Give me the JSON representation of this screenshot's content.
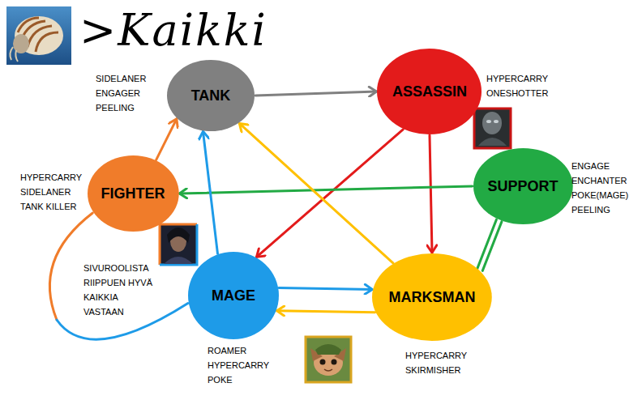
{
  "diagram": {
    "title": ">Kaikki",
    "nodes": [
      {
        "text": [
          "TANK"
        ]
      },
      {
        "text": [
          "ASSASSIN"
        ]
      },
      {
        "text": [
          "FIGHTER"
        ]
      },
      {
        "text": [
          "SUPPORT"
        ]
      },
      {
        "text": [
          "MAGE"
        ]
      },
      {
        "text": [
          "MARKSMAN"
        ]
      }
    ],
    "edges": [
      {
        "from": 0,
        "to": 1,
        "arrow": "to"
      },
      {
        "from": 1,
        "to": 4,
        "arrow": "to"
      },
      {
        "from": 1,
        "to": 5,
        "arrow": "to"
      },
      {
        "from": 3,
        "to": 2,
        "arrow": "to"
      },
      {
        "from": 3,
        "to": 5,
        "arrow": "none"
      },
      {
        "from": 5,
        "to": 0,
        "arrow": "to"
      },
      {
        "from": 5,
        "to": 4,
        "arrow": "to"
      },
      {
        "from": 4,
        "to": 5,
        "arrow": "to"
      },
      {
        "from": 4,
        "to": 0,
        "arrow": "to"
      },
      {
        "from": 2,
        "to": 4,
        "arrow": "none"
      },
      {
        "from": 2,
        "to": 0,
        "arrow": "to"
      }
    ],
    "labels": [
      "SIDELANER ENGAGER PEELING",
      "HYPERCARRY ONESHOTTER",
      "HYPERCARRY SIDELANER TANK KILLER",
      "ENGAGE ENCHANTER POKE(MAGE) PEELING",
      "SIVUROOLISTA RIIPPUEN HYVÄ KAIKKIA VASTAAN",
      "ROAMER HYPERCARRY POKE",
      "HYPERCARRY SKIRMISHER"
    ]
  }
}
